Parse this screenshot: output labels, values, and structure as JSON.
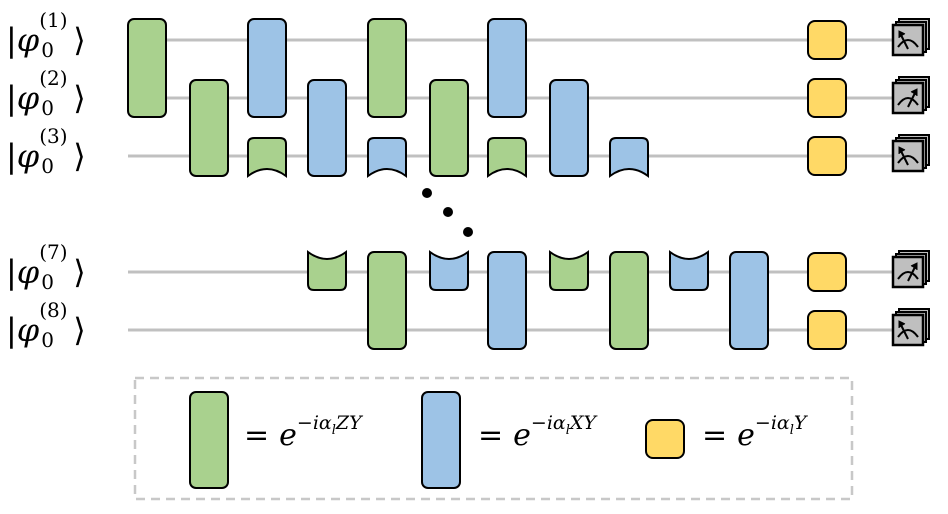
{
  "colors": {
    "wire": "#c0c0c0",
    "zy_gate": "#a9d18e",
    "xy_gate": "#9dc3e6",
    "y_gate": "#ffd966",
    "stroke": "#000000",
    "meter": "#bfbfbf",
    "legend_border": "#c8c8c8"
  },
  "qubits": [
    {
      "base": "φ",
      "subscript": "0",
      "superscript": "(1)"
    },
    {
      "base": "φ",
      "subscript": "0",
      "superscript": "(2)"
    },
    {
      "base": "φ",
      "subscript": "0",
      "superscript": "(3)"
    },
    {
      "base": "φ",
      "subscript": "0",
      "superscript": "(7)"
    },
    {
      "base": "φ",
      "subscript": "0",
      "superscript": "(8)"
    }
  ],
  "ellipsis": "⋱",
  "legend": [
    {
      "gate": "zy",
      "equals": "=",
      "base": "e",
      "exponent": "−iα_l ZY"
    },
    {
      "gate": "xy",
      "equals": "=",
      "base": "e",
      "exponent": "−iα_l XY"
    },
    {
      "gate": "y",
      "equals": "=",
      "base": "e",
      "exponent": "−iα_l Y"
    }
  ],
  "legend_display": [
    {
      "exp_html": "−<span>i</span>α<sub>l</sub>ZY"
    },
    {
      "exp_html": "−<span>i</span>α<sub>l</sub>XY"
    },
    {
      "exp_html": "−<span>i</span>α<sub>l</sub>Y"
    }
  ],
  "meter_icon": "measurement-icon"
}
